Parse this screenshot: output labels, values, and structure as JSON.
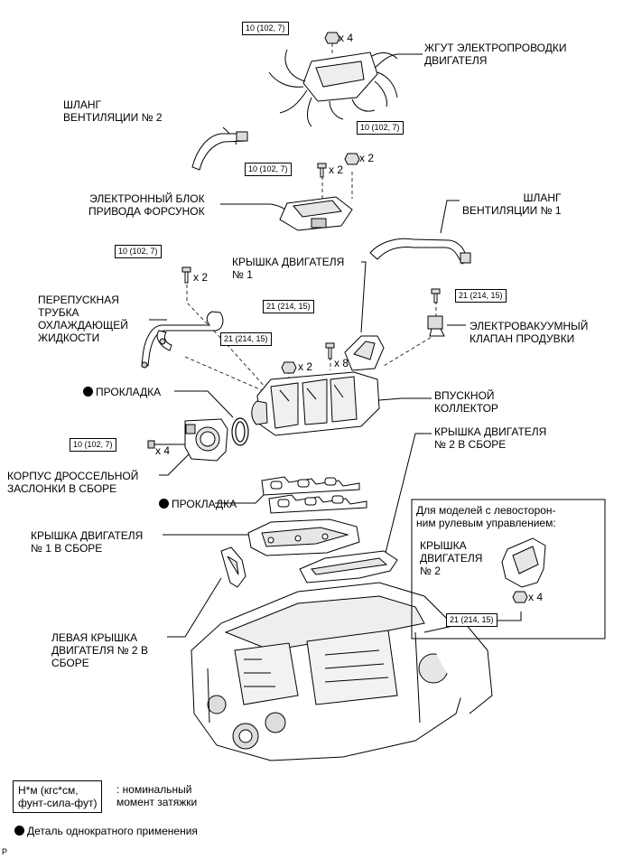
{
  "torque_labels": {
    "harness": "10 (102, 7)",
    "blk_top": "10 (102, 7)",
    "blk_left": "10 (102, 7)",
    "bypass": "10 (102, 7)",
    "cover1": "21 (214, 15)",
    "manifold": "21 (214, 15)",
    "vsv": "21 (214, 15)",
    "throttle": "10 (102, 7)",
    "inset": "21 (214, 15)"
  },
  "counts": {
    "harness": "x 4",
    "blk_top": "x 2",
    "blk_left": "x 2",
    "bypass": "x 2",
    "manifold": "x 2",
    "cover1": "x 8",
    "throttle": "x 4",
    "inset": "x 4"
  },
  "labels": {
    "harness_line1": "ЖГУТ ЭЛЕКТРОПРОВОДКИ",
    "harness_line2": "ДВИГАТЕЛЯ",
    "vent2_line1": "ШЛАНГ",
    "vent2_line2": "ВЕНТИЛЯЦИИ № 2",
    "edu_line1": "ЭЛЕКТРОННЫЙ БЛОК",
    "edu_line2": "ПРИВОДА ФОРСУНОК",
    "vent1_line1": "ШЛАНГ",
    "vent1_line2": "ВЕНТИЛЯЦИИ № 1",
    "cover1_line1": "КРЫШКА ДВИГАТЕЛЯ",
    "cover1_line2": "№ 1",
    "bypass_line1": "ПЕРЕПУСКНАЯ",
    "bypass_line2": "ТРУБКА",
    "bypass_line3": "ОХЛАЖДАЮЩЕЙ",
    "bypass_line4": "ЖИДКОСТИ",
    "vsv_line1": "ЭЛЕКТРОВАКУУМНЫЙ",
    "vsv_line2": "КЛАПАН ПРОДУВКИ",
    "gasket1": "ПРОКЛАДКА",
    "intake_line1": "ВПУСКНОЙ",
    "intake_line2": "КОЛЛЕКТОР",
    "cover2sub_line1": "КРЫШКА ДВИГАТЕЛЯ",
    "cover2sub_line2": "№ 2 В СБОРЕ",
    "throttle_line1": "КОРПУС ДРОССЕЛЬНОЙ",
    "throttle_line2": "ЗАСЛОНКИ В СБОРЕ",
    "gasket2": "ПРОКЛАДКА",
    "cover1sub_line1": "КРЫШКА ДВИГАТЕЛЯ",
    "cover1sub_line2": "№ 1 В СБОРЕ",
    "leftcover_line1": "ЛЕВАЯ КРЫШКА",
    "leftcover_line2": "ДВИГАТЕЛЯ № 2 В",
    "leftcover_line3": "СБОРЕ"
  },
  "inset": {
    "title_line1": "Для моделей с левосторон-",
    "title_line2": "ним рулевым управлением:",
    "part_line1": "КРЫШКА",
    "part_line2": "ДВИГАТЕЛЯ",
    "part_line3": "№ 2"
  },
  "legend": {
    "unit_line1": "Н*м (кгс*см,",
    "unit_line2": "фунт-сила-фут)",
    "unit_desc_line1": ": номинальный",
    "unit_desc_line2": "момент затяжки",
    "single_use": "Деталь однократного применения"
  },
  "footer_code": "P"
}
